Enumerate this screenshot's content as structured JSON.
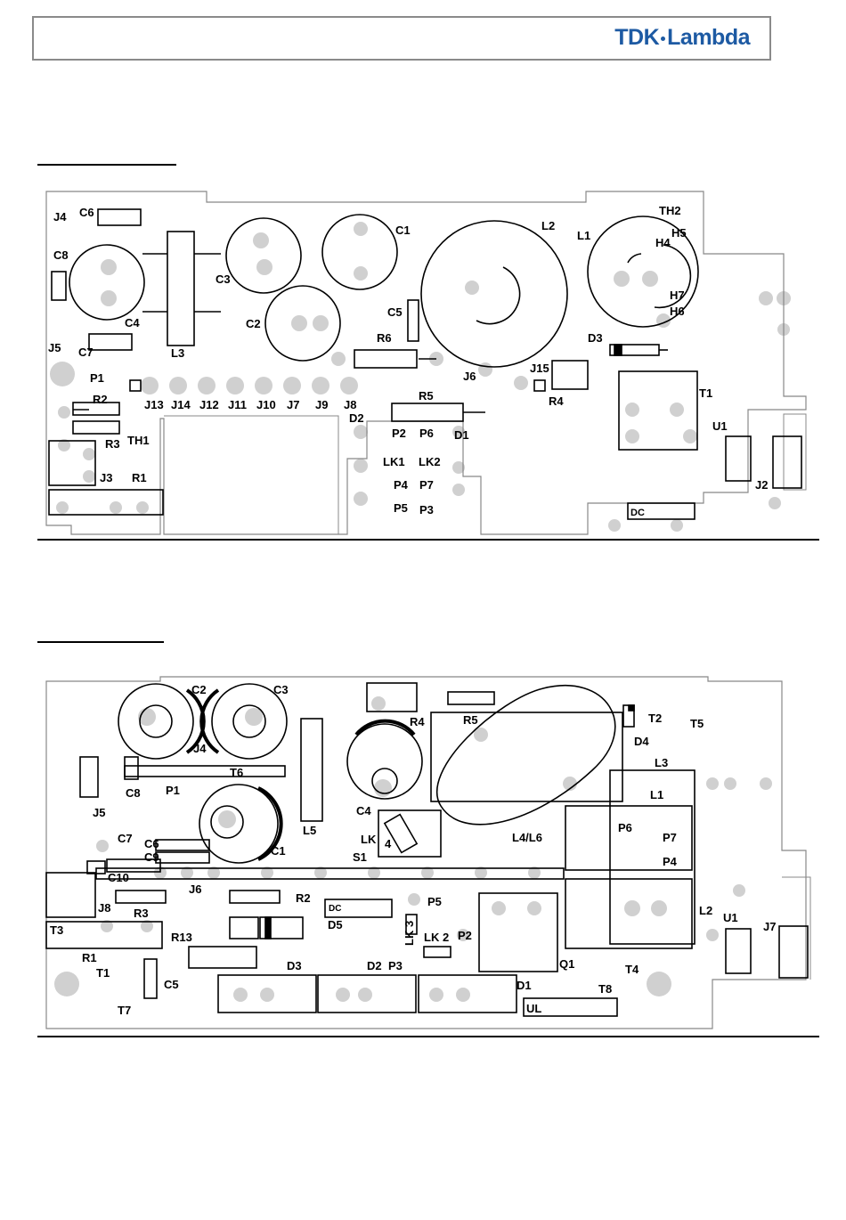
{
  "header": {
    "logo_part1": "TDK",
    "logo_part2": "Lambda"
  },
  "board_top": {
    "labels": [
      "J4",
      "C6",
      "C8",
      "C4",
      "J5",
      "C7",
      "L3",
      "P1",
      "R2",
      "R3",
      "TH1",
      "J3",
      "R1",
      "J13",
      "J14",
      "J12",
      "J11",
      "J10",
      "J7",
      "J9",
      "J8",
      "C3",
      "C2",
      "C1",
      "C5",
      "R6",
      "D2",
      "R5",
      "P2",
      "P6",
      "D1",
      "LK1",
      "LK2",
      "P4",
      "P7",
      "P5",
      "P3",
      "L2",
      "J6",
      "J15",
      "R4",
      "L1",
      "TH2",
      "H5",
      "H4",
      "H7",
      "H6",
      "D3",
      "T1",
      "U1",
      "J2",
      "DC"
    ]
  },
  "board_bottom": {
    "labels": [
      "C2",
      "C3",
      "J4",
      "T6",
      "P1",
      "C8",
      "J5",
      "C7",
      "C6",
      "C9",
      "C10",
      "J8",
      "R3",
      "T3",
      "R1",
      "T1",
      "T7",
      "C5",
      "R13",
      "J6",
      "R2",
      "D5",
      "D3",
      "D2",
      "P3",
      "LK 3",
      "LK 2",
      "P5",
      "P2",
      "Q1",
      "D1",
      "T8",
      "UL",
      "DC",
      "C1",
      "L5",
      "C4",
      "R4",
      "R5",
      "LK",
      "4",
      "S1",
      "L4/L6",
      "T2",
      "D4",
      "T5",
      "L3",
      "L1",
      "P6",
      "P7",
      "P4",
      "L2",
      "U1",
      "J7",
      "T4"
    ]
  }
}
